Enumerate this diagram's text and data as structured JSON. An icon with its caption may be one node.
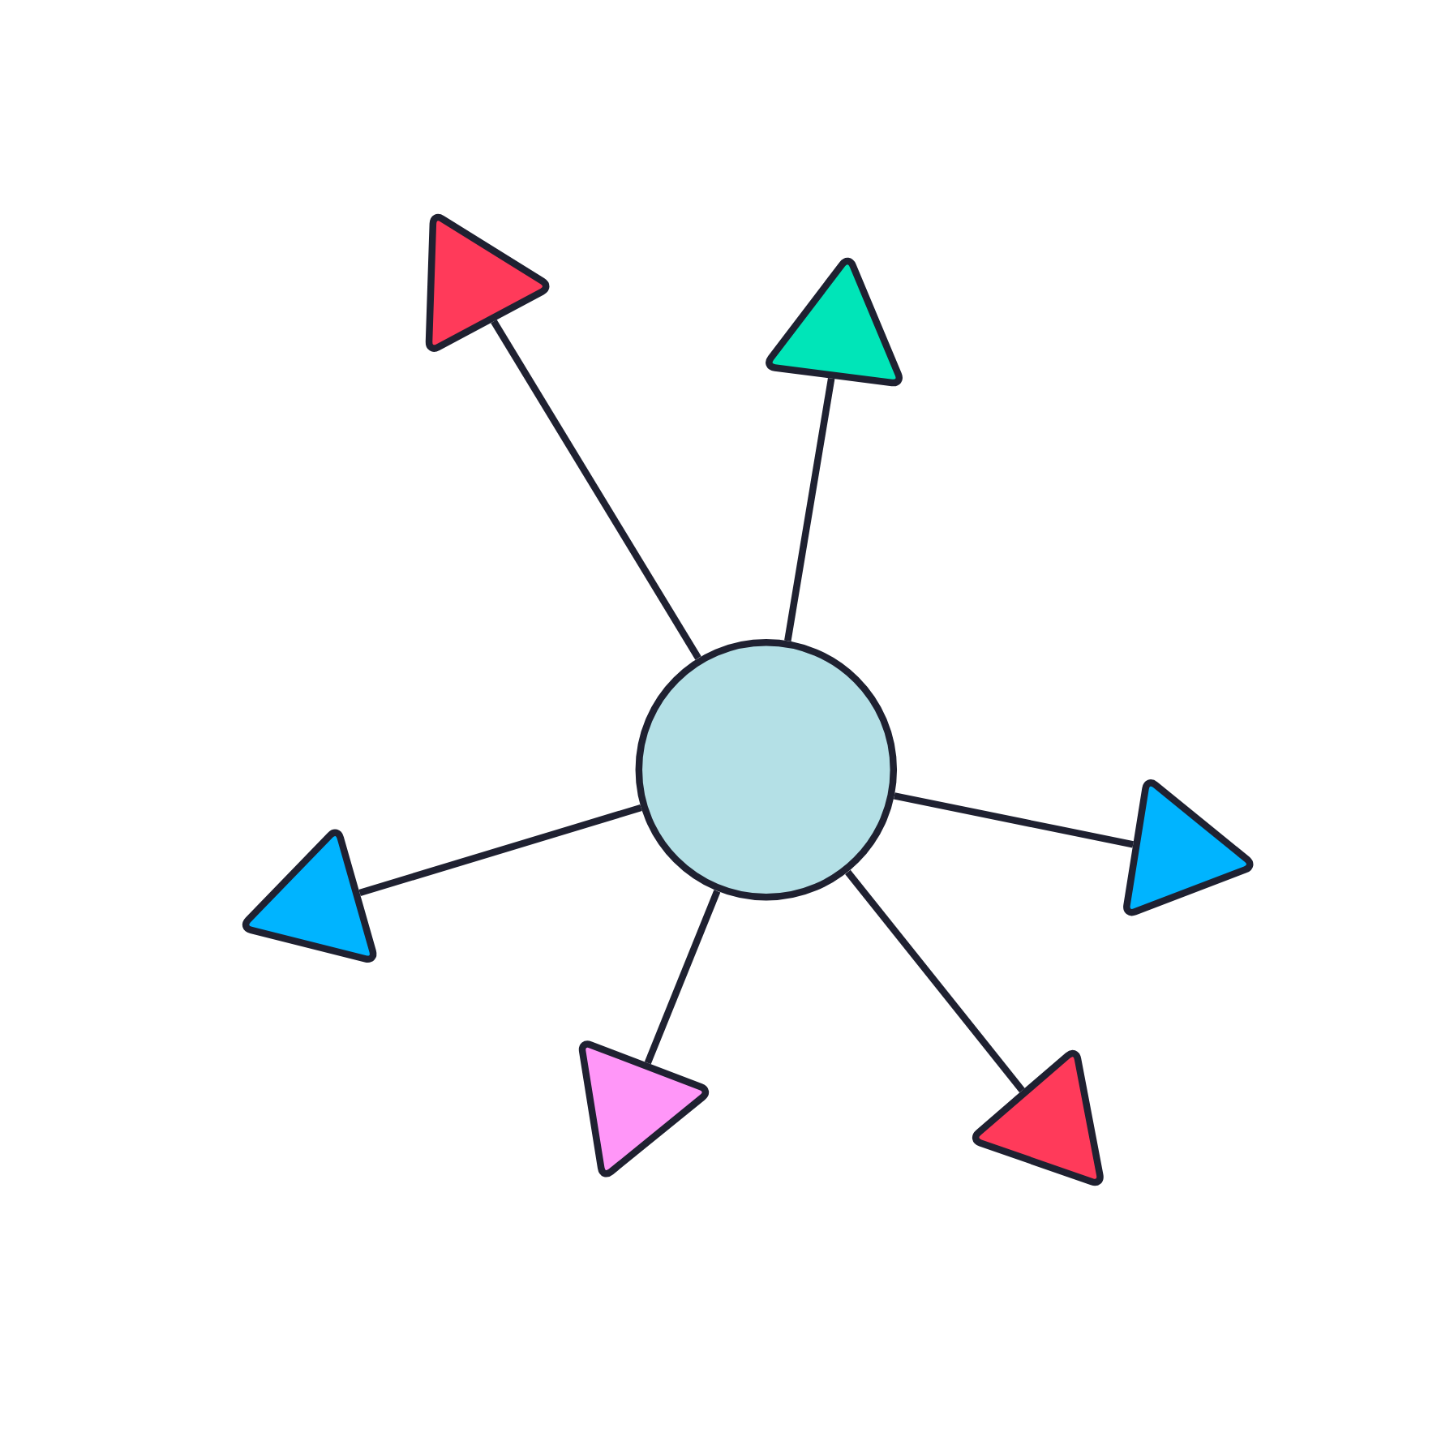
{
  "diagram": {
    "nodes": [
      {
        "text": [],
        "shape": "circle"
      },
      {
        "text": [],
        "shape": "triangle"
      },
      {
        "text": [],
        "shape": "triangle"
      },
      {
        "text": [],
        "shape": "triangle"
      },
      {
        "text": [],
        "shape": "triangle"
      },
      {
        "text": [],
        "shape": "triangle"
      },
      {
        "text": [],
        "shape": "triangle"
      }
    ],
    "edges": [
      {
        "from": 0,
        "to": 1,
        "arrow": "none"
      },
      {
        "from": 0,
        "to": 2,
        "arrow": "none"
      },
      {
        "from": 0,
        "to": 3,
        "arrow": "none"
      },
      {
        "from": 0,
        "to": 4,
        "arrow": "none"
      },
      {
        "from": 0,
        "to": 5,
        "arrow": "none"
      },
      {
        "from": 0,
        "to": 6,
        "arrow": "none"
      }
    ]
  }
}
